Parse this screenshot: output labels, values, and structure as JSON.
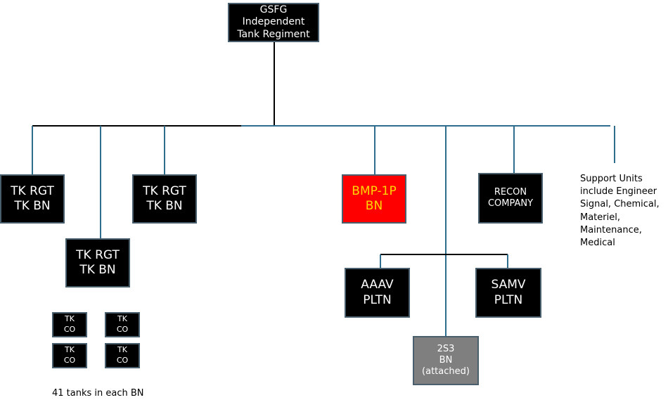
{
  "colors": {
    "box_bg": "#000000",
    "box_text": "#ffffff",
    "box_border": "#4a5f6e",
    "highlight_bg": "#ff0000",
    "highlight_text": "#ffd700",
    "attached_bg": "#7f7f7f",
    "line_black": "#000000",
    "line_teal": "#2e6d8e"
  },
  "hq": {
    "lines": [
      "GSFG",
      "Independent",
      "Tank Regiment"
    ]
  },
  "tk_bn_1": {
    "lines": [
      "TK RGT",
      "TK BN"
    ]
  },
  "tk_bn_2": {
    "lines": [
      "TK RGT",
      "TK BN"
    ]
  },
  "tk_bn_3": {
    "lines": [
      "TK RGT",
      "TK BN"
    ]
  },
  "bmp_bn": {
    "lines": [
      "BMP-1P",
      "BN"
    ]
  },
  "recon": {
    "lines": [
      "RECON",
      "COMPANY"
    ]
  },
  "aaav": {
    "lines": [
      "AAAV",
      "PLTN"
    ]
  },
  "samv": {
    "lines": [
      "SAMV",
      "PLTN"
    ]
  },
  "s3_bn": {
    "lines": [
      "2S3",
      "BN",
      "(attached)"
    ]
  },
  "tank_companies": [
    {
      "lines": [
        "TK",
        "CO"
      ]
    },
    {
      "lines": [
        "TK",
        "CO"
      ]
    },
    {
      "lines": [
        "TK",
        "CO"
      ]
    },
    {
      "lines": [
        "TK",
        "CO"
      ]
    }
  ],
  "support_note": {
    "lines": [
      "Support Units",
      "include Engineer",
      "Signal, Chemical,",
      "Materiel,",
      "Maintenance,",
      "Medical"
    ]
  },
  "tanks_note": {
    "text": "41 tanks in each BN"
  }
}
